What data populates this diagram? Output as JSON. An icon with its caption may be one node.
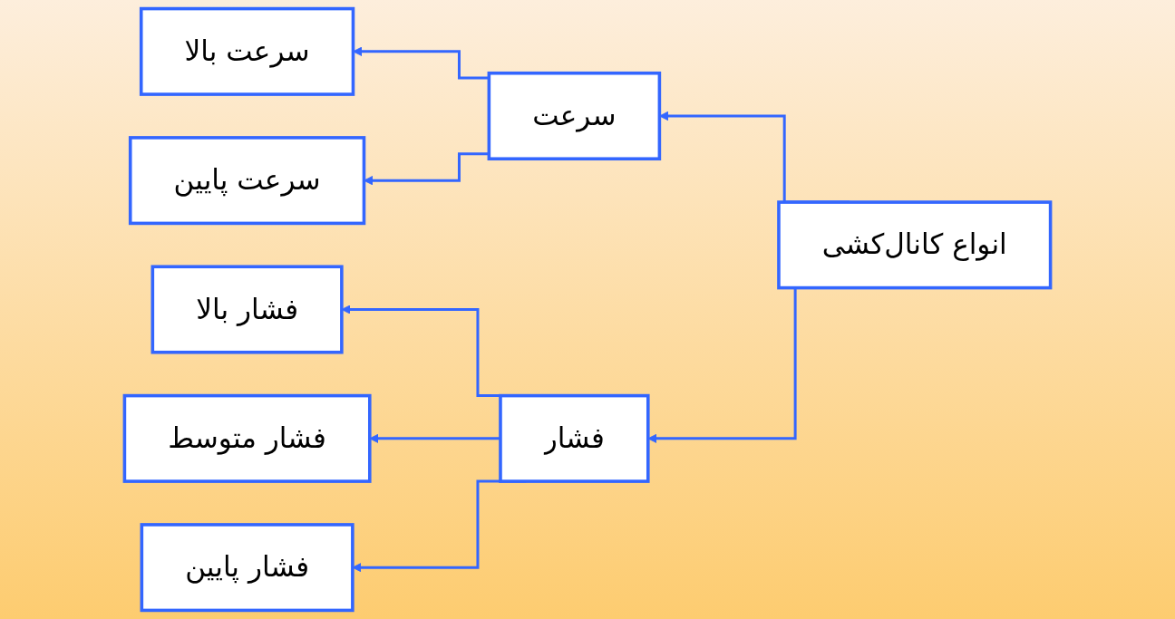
{
  "diagram": {
    "nodes": [
      {
        "text": [
          "انواع کانال‌کشی"
        ]
      },
      {
        "text": [
          "سرعت"
        ]
      },
      {
        "text": [
          "فشار"
        ]
      },
      {
        "text": [
          "سرعت بالا"
        ]
      },
      {
        "text": [
          "سرعت پایین"
        ]
      },
      {
        "text": [
          "فشار بالا"
        ]
      },
      {
        "text": [
          "فشار متوسط"
        ]
      },
      {
        "text": [
          "فشار پایین"
        ]
      }
    ],
    "edges": [
      {
        "from": 0,
        "to": 1,
        "arrow": "to"
      },
      {
        "from": 0,
        "to": 2,
        "arrow": "to"
      },
      {
        "from": 1,
        "to": 3,
        "arrow": "to"
      },
      {
        "from": 1,
        "to": 4,
        "arrow": "to"
      },
      {
        "from": 2,
        "to": 5,
        "arrow": "to"
      },
      {
        "from": 2,
        "to": 6,
        "arrow": "to"
      },
      {
        "from": 2,
        "to": 7,
        "arrow": "to"
      }
    ]
  }
}
